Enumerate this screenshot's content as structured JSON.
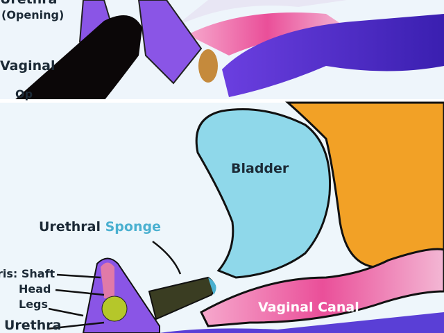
{
  "top_panel": {
    "labels": {
      "urethra_top": "Urethra",
      "opening": "(Opening)",
      "vaginal": "Vaginal",
      "partial": "Op"
    }
  },
  "bottom_panel": {
    "labels": {
      "bladder": "Bladder",
      "urethral": "Urethral",
      "sponge": "Sponge",
      "clitoris_shaft": "ris: Shaft",
      "head": "Head",
      "legs": "Legs",
      "urethra": "Urethra",
      "vaginal_canal": "Vaginal Canal"
    }
  },
  "colors": {
    "background": "#eef6fb",
    "bladder": "#8fd8ea",
    "uterus": "#f2a126",
    "vaginal_canal": "#e9539a",
    "labia": "#8a4fe0",
    "sponge": "#3a3d22",
    "accent_sponge": "#4ab0d0"
  }
}
